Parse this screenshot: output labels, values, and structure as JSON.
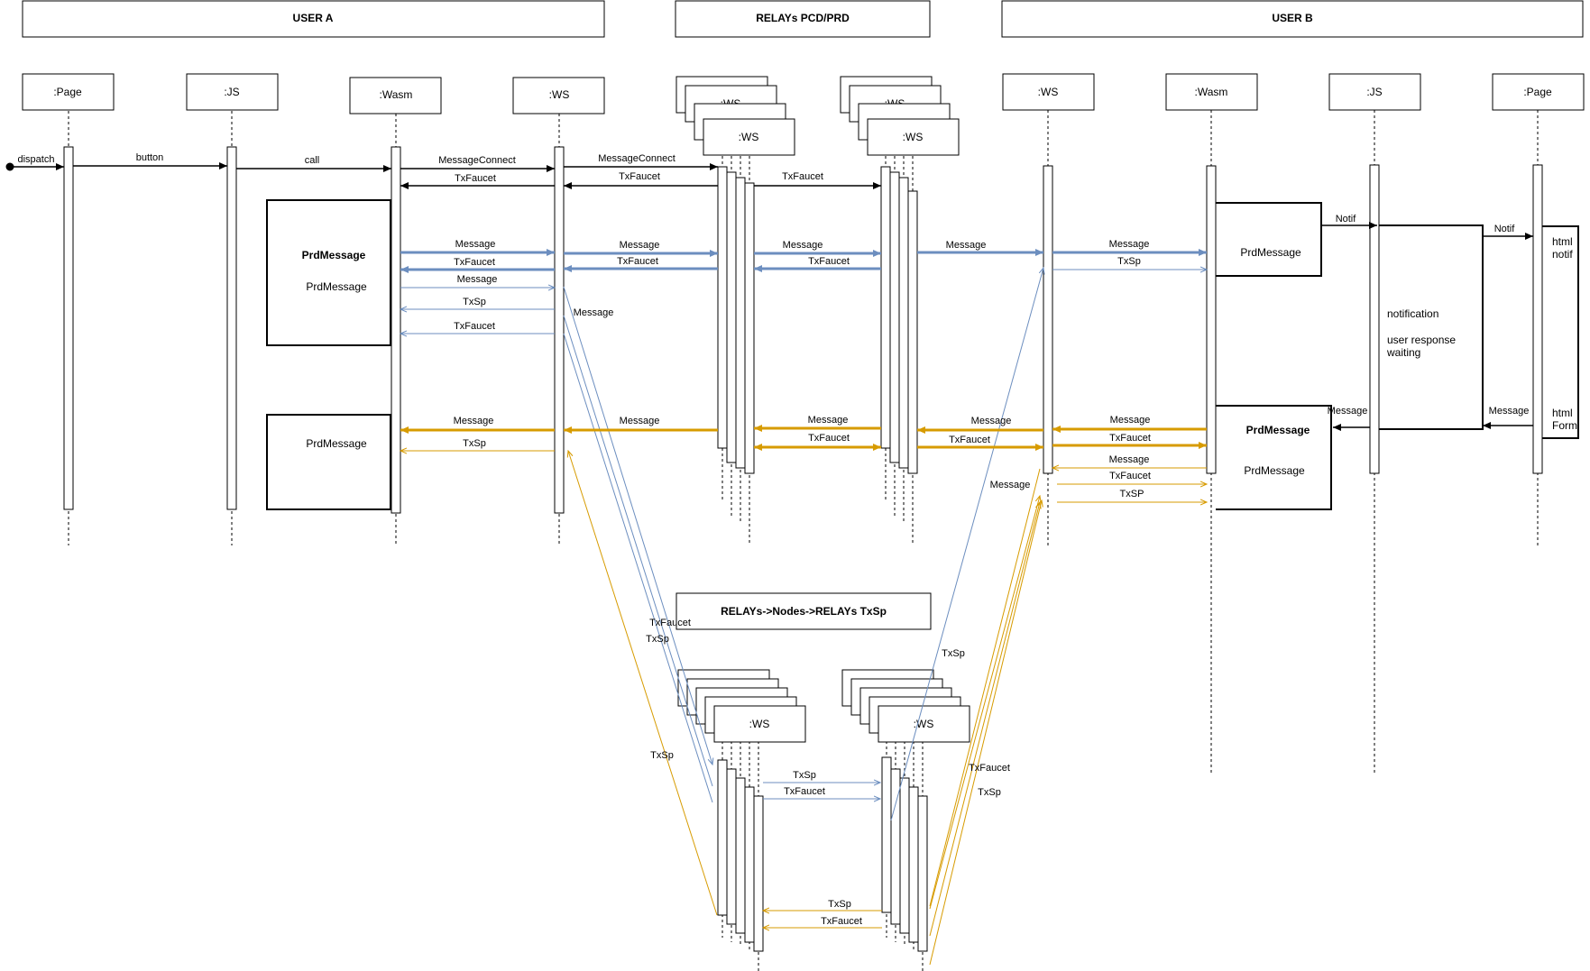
{
  "groups": {
    "user_a": "USER A",
    "relays": "RELAYs PCD/PRD",
    "user_b": "USER B",
    "relays_nodes": "RELAYs->Nodes->RELAYs TxSp"
  },
  "lifelines": {
    "page": ":Page",
    "js": ":JS",
    "wasm": ":Wasm",
    "ws": ":WS",
    "ws_hidden": ":WS"
  },
  "notes": {
    "prd_bold": "PrdMessage",
    "prd": "PrdMessage",
    "notification": "notification",
    "user_response_1": "user response",
    "user_response_2": "waiting",
    "html_notif_1": "html",
    "html_notif_2": "notif",
    "html_form_1": "html",
    "html_form_2": "Form"
  },
  "messages": {
    "dispatch": "dispatch",
    "button": "button",
    "call": "call",
    "message_connect": "MessageConnect",
    "tx_faucet": "TxFaucet",
    "message": "Message",
    "tx_sp": "TxSp",
    "tx_sp_caps": "TxSP",
    "notif": "Notif"
  },
  "colors": {
    "blue": "#6c8ebf",
    "orange": "#d79b00",
    "black": "#000000"
  }
}
